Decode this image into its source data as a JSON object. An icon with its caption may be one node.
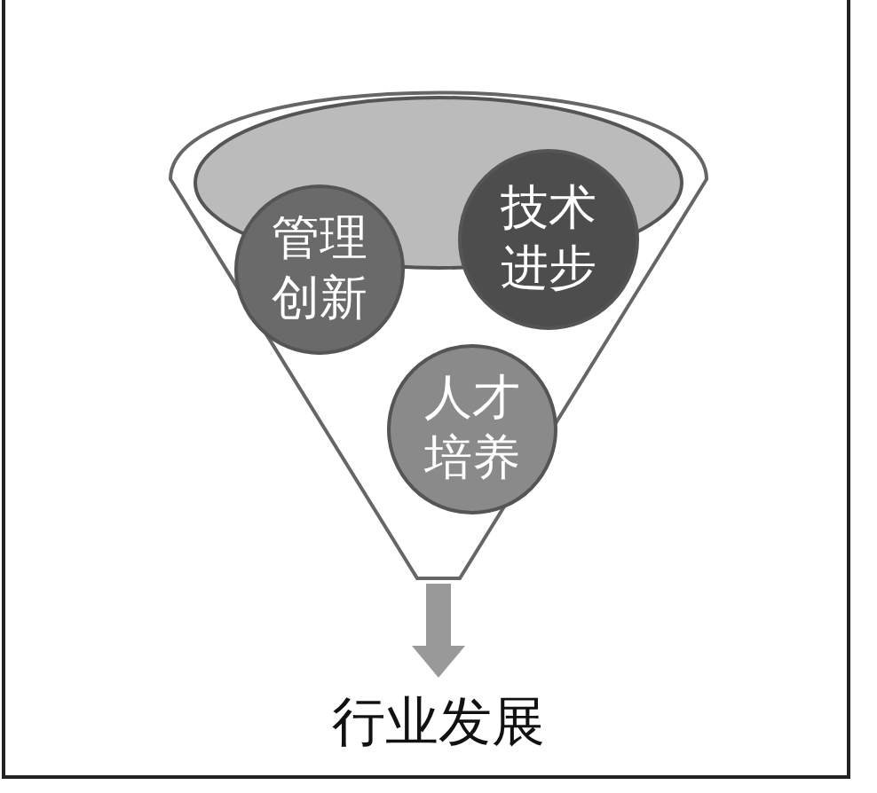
{
  "diagram": {
    "nodes": [
      {
        "text": [],
        "shape": "funnel"
      },
      {
        "text": [
          "管理创新"
        ],
        "in": 0
      },
      {
        "text": [
          "技术进步"
        ],
        "in": 0
      },
      {
        "text": [
          "人才培养"
        ],
        "in": 0
      },
      {
        "text": [
          "行业发展"
        ]
      }
    ],
    "edges": [
      {
        "from": 0,
        "to": 4,
        "arrow": "to"
      }
    ]
  }
}
